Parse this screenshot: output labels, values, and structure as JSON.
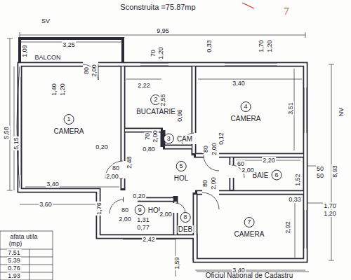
{
  "diagram": {
    "title": "Sconstruita =75.87mp",
    "nodes": [
      {
        "text": [
          "1",
          "CAMERA"
        ]
      },
      {
        "text": [
          "2",
          "BUCATARIE"
        ]
      },
      {
        "text": [
          "3",
          "CAM"
        ]
      },
      {
        "text": [
          "4",
          "CAMERA"
        ]
      },
      {
        "text": [
          "5",
          "HOL"
        ]
      },
      {
        "text": [
          "6",
          "BAIE"
        ]
      },
      {
        "text": [
          "7",
          "CAMERA"
        ]
      },
      {
        "text": [
          "8",
          "DEB"
        ]
      },
      {
        "text": [
          "9",
          "HOL"
        ]
      }
    ],
    "labels": [
      "SV",
      "9,95",
      "3,25",
      "BALCON",
      "1,09",
      "80",
      "2,00",
      "70",
      "1,20",
      "0,33",
      "1,70",
      "1,20",
      "1,40",
      "1,20",
      "2,22",
      "2,55",
      "3,40",
      "3,51",
      "5,58",
      "5,15",
      "0,20",
      "70",
      "2,00",
      "0,96",
      "0,80",
      "80",
      "2,00",
      "0,12",
      "2,48",
      "2,20",
      "60",
      "2,00",
      "1,52",
      "50",
      "50",
      "8,93",
      "80",
      "2,00",
      "3,40",
      "3,60",
      "0,20",
      "80",
      "2,00",
      "0,33",
      "1,70",
      "1,20",
      "1,76",
      "80",
      "2,00",
      "1,31",
      "0,77",
      "2,00",
      "2,92",
      "2,42",
      "1,59",
      "3,40",
      "afata utila",
      "(mp)",
      "7.51",
      "5.39",
      "0.76",
      "1.93",
      "Oficiul National de Cadastru",
      "7",
      "NV"
    ]
  }
}
